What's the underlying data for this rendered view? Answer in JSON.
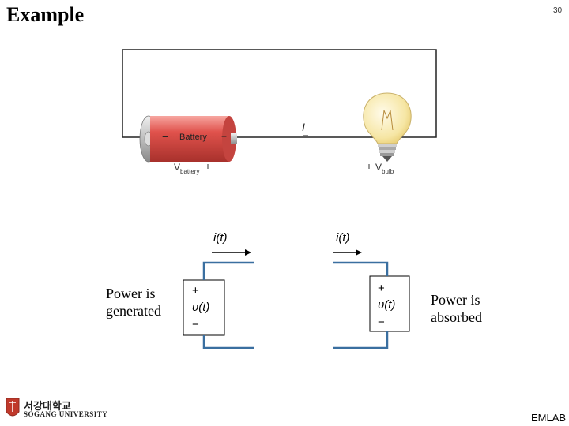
{
  "slide": {
    "title": "Example",
    "page_number": "30",
    "footer_lab": "EMLAB"
  },
  "university": {
    "name_korean": "서강대학교",
    "name_english": "SOGANG UNIVERSITY"
  },
  "circuit_photo": {
    "battery_label": "Battery",
    "battery_minus": "−",
    "battery_plus": "+",
    "current_label": "I",
    "v_battery_main": "V",
    "v_battery_sub": "battery",
    "v_bulb_main": "V",
    "v_bulb_sub": "bulb"
  },
  "left_element": {
    "current_label": "i(t)",
    "plus_sign": "+",
    "voltage_label": "υ(t)",
    "minus_sign": "−",
    "description_line1": "Power is",
    "description_line2": "generated"
  },
  "right_element": {
    "current_label": "i(t)",
    "plus_sign": "+",
    "voltage_label": "υ(t)",
    "minus_sign": "−",
    "description_line1": "Power is",
    "description_line2": "absorbed"
  },
  "colors": {
    "wire_blue": "#3a6fa0",
    "battery_red": "#e0524c",
    "bulb_yellow": "#f2dc8a",
    "logo_red": "#c0392b"
  }
}
